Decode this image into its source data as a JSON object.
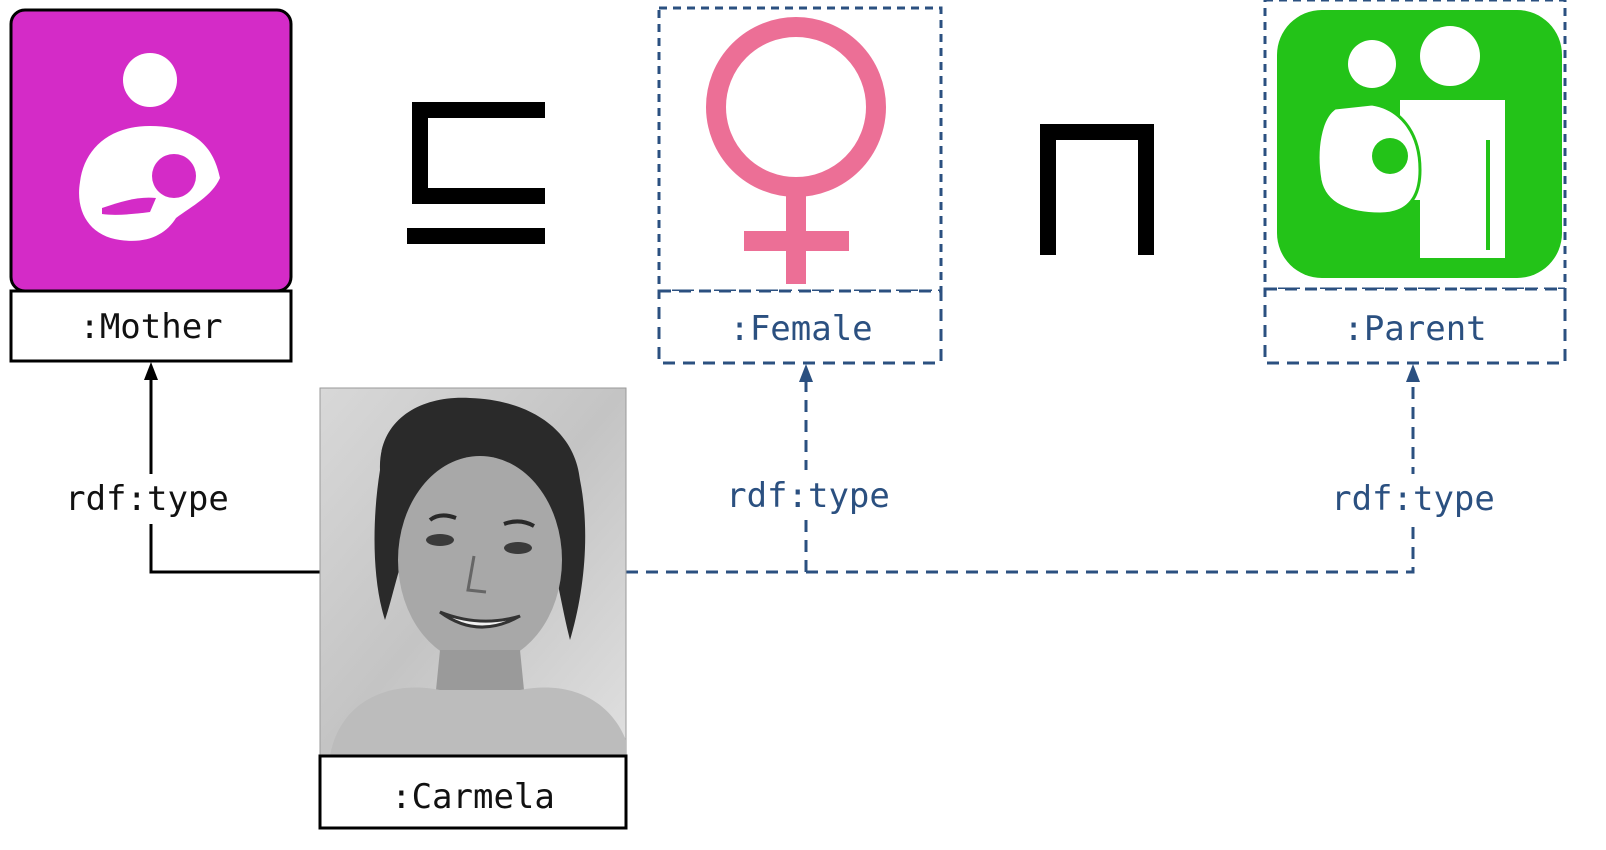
{
  "classes": {
    "mother": {
      "label": ":Mother",
      "icon": "breastfeeding-icon",
      "color": "#d42bc7"
    },
    "female": {
      "label": ":Female",
      "icon": "female-symbol-icon",
      "color": "#ec6f96"
    },
    "parent": {
      "label": ":Parent",
      "icon": "family-icon",
      "color": "#23c318"
    }
  },
  "individual": {
    "label": ":Carmela",
    "photo": "portrait-photo"
  },
  "operators": {
    "subclass": "⊑",
    "intersection": "⊓"
  },
  "edges": {
    "to_mother": {
      "label": "rdf:type",
      "style": "solid"
    },
    "to_female": {
      "label": "rdf:type",
      "style": "dashed"
    },
    "to_parent": {
      "label": "rdf:type",
      "style": "dashed"
    }
  },
  "colors": {
    "solid": "#000000",
    "inferred": "#2b5080"
  }
}
